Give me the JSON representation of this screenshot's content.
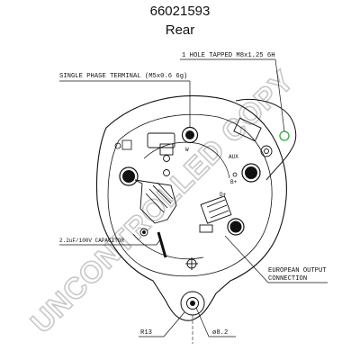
{
  "header": {
    "part_number": "66021593",
    "view": "Rear"
  },
  "callouts": {
    "hole_tapped": "1 HOLE TAPPED M8x1.25 6H",
    "single_phase": "SINGLE PHASE TERMINAL (M5x0.6 6g)",
    "capacitor": "2.2uF/100V CAPACITOR",
    "european_line1": "EUROPEAN OUTPUT",
    "european_line2": "CONNECTION",
    "radius": "R13",
    "diameter": "ø8.2",
    "terminal_w": "W",
    "terminal_aux": "AUX",
    "terminal_b": "B+",
    "terminal_d": "D+"
  },
  "watermark": "UNCONTROLLED COPY",
  "colors": {
    "line": "#111111",
    "watermark": "#c8c8c8",
    "hole_marker": "#2faa3a"
  }
}
